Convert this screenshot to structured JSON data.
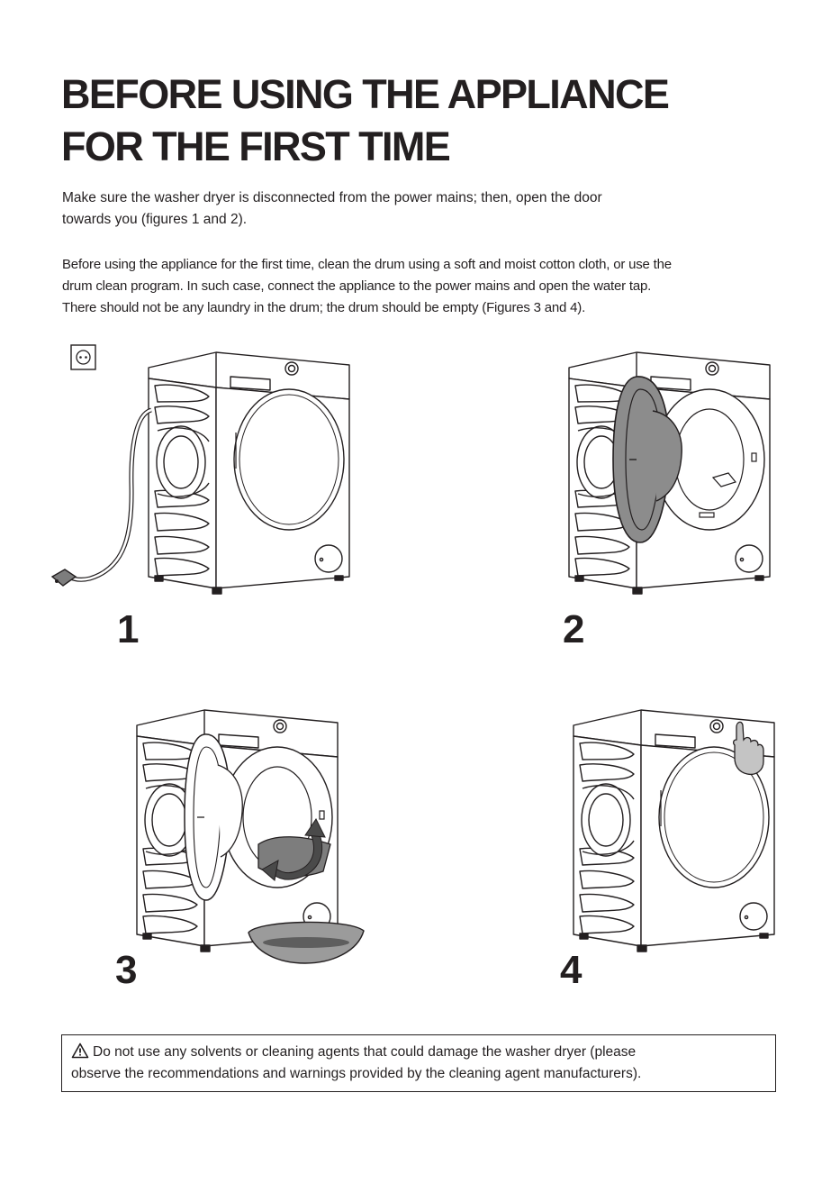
{
  "title": {
    "line1": "BEFORE USING THE APPLIANCE",
    "line2": "FOR THE FIRST TIME"
  },
  "intro": {
    "line1": "Make sure the washer dryer  is disconnected from the power mains; then, open the door",
    "line2": "towards you (figures 1 and 2)."
  },
  "cleaning": {
    "line1": "Before using the appliance for the first time, clean the drum using a soft and moist cotton cloth, or use the",
    "line2": "drum clean program.  In such case, connect the appliance to the power mains and open the water tap.",
    "line3": "There should not be any laundry in the drum; the drum should be empty (Figures 3  and 4)."
  },
  "figures": {
    "fig1_number": "1",
    "fig2_number": "2",
    "fig3_number": "3",
    "fig4_number": "4",
    "socket_icon": "power-socket-icon",
    "warning_icon": "warning-triangle-icon"
  },
  "warning": {
    "line1": "Do not use any solvents or cleaning agents that could damage the washer dryer (please",
    "line2": "observe the recommendations and warnings provided by the cleaning agent manufacturers)."
  },
  "colors": {
    "ink": "#231f20",
    "door_fill": "#8c8c8c",
    "cloth_fill": "#7d7d7d",
    "arrow_fill": "#4a4a4a",
    "skin_fill": "#c4c4c4"
  }
}
